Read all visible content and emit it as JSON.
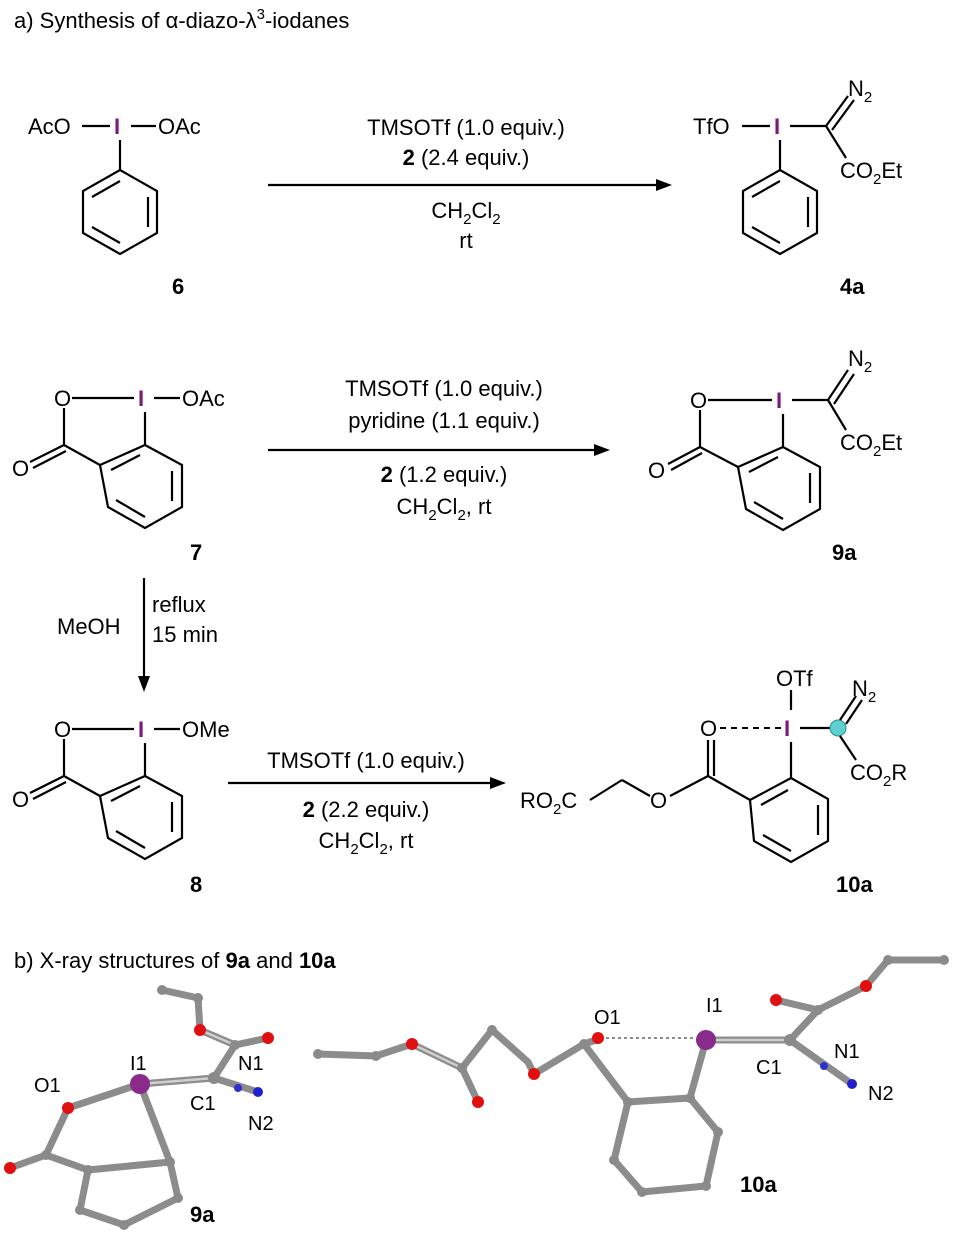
{
  "section_a": {
    "prefix": "a) Synthesis of ",
    "alpha": "α",
    "middle": "-diazo-",
    "lambda": "λ",
    "superscript": "3",
    "suffix": "-iodanes"
  },
  "section_b": {
    "prefix": "b) X-ray structures of ",
    "bold1": "9a",
    "middle": " and ",
    "bold2": "10a"
  },
  "compounds": {
    "c6": "6",
    "c4a": "4a",
    "c7": "7",
    "c9a": "9a",
    "c8": "8",
    "c10a": "10a"
  },
  "atoms": {
    "I": "I",
    "O": "O",
    "AcO": "AcO",
    "OAc": "OAc",
    "TfO": "TfO",
    "OTf": "OTf",
    "OMe": "OMe",
    "N": "N",
    "sub2": "2",
    "CO": "CO",
    "Et": "Et",
    "R": "R",
    "RO": "RO",
    "C": "C"
  },
  "reaction1": {
    "line1": "TMSOTf (1.0 equiv.)",
    "line2_bold": "2",
    "line2_rest": " (2.4 equiv.)",
    "solvent_main": "CH",
    "solvent_mid": "Cl",
    "line4": "rt"
  },
  "reaction2": {
    "line1": "TMSOTf (1.0 equiv.)",
    "line2": "pyridine (1.1 equiv.)",
    "line3_bold": "2",
    "line3_rest": " (1.2 equiv.)",
    "solvent_main": "CH",
    "solvent_mid": "Cl",
    "solvent_end": ", rt"
  },
  "reaction3": {
    "left": "MeOH",
    "right1": "reflux",
    "right2": "15 min"
  },
  "reaction4": {
    "line1": "TMSOTf (1.0 equiv.)",
    "line2_bold": "2",
    "line2_rest": " (2.2 equiv.)",
    "solvent_main": "CH",
    "solvent_mid": "Cl",
    "solvent_end": ", rt"
  },
  "xray_labels": {
    "I1": "I1",
    "O1": "O1",
    "C1": "C1",
    "N1": "N1",
    "N2": "N2"
  },
  "colors": {
    "iodine": "#7a1a7a",
    "bond": "#000000",
    "oxygen_atom": "#e01010",
    "nitrogen_atom": "#2020d0",
    "carbon_atom": "#7a7a7a",
    "iodine_atom": "#8a2a8a",
    "highlight_carbon": "#5fd0d0"
  }
}
